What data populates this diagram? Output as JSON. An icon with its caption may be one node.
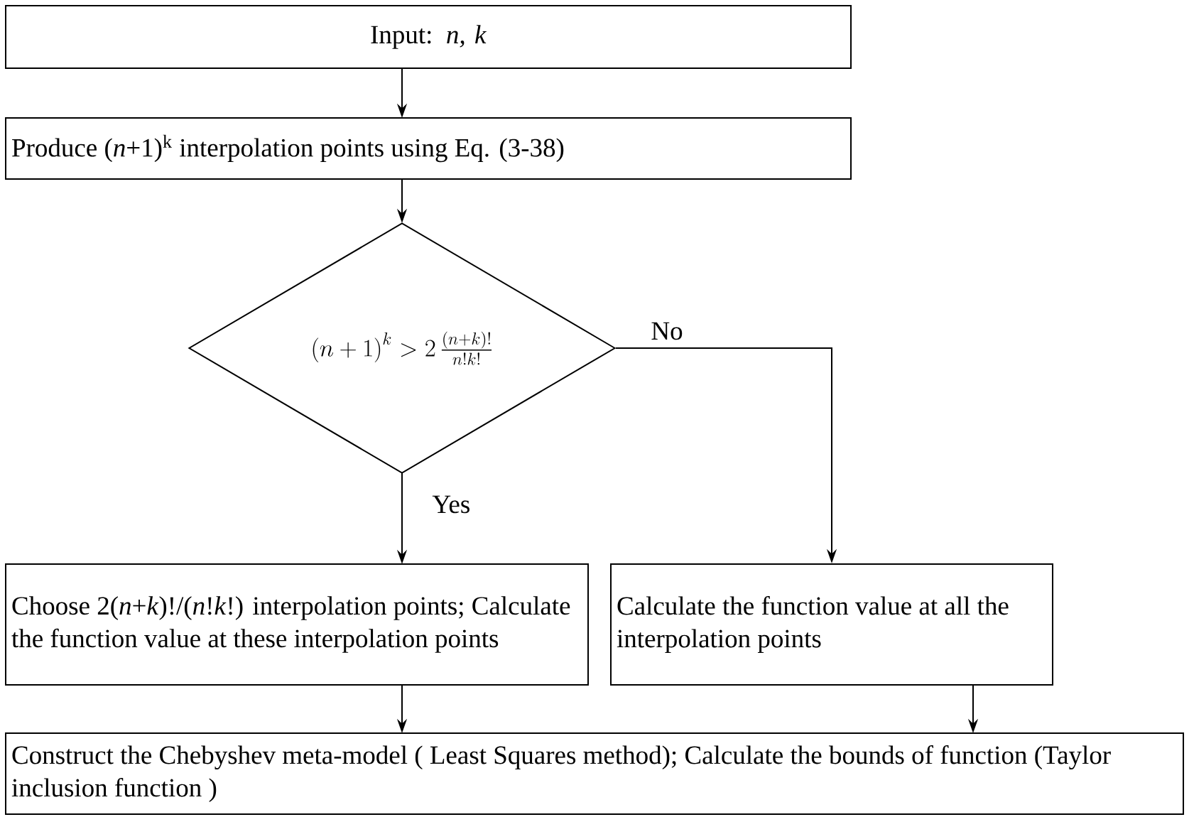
{
  "diagram": {
    "nodes": [
      {
        "text": [
          "Input: *n, k*"
        ]
      },
      {
        "text": [
          "Produce (*n*+1)$^{k}$ interpolation points using Eq. (3-38)"
        ]
      },
      {
        "text": [
          "\\left(n+1\\right)^{k} > 2\\,\\frac{(n+k)!}{n!k!}"
        ]
      },
      {
        "text": [
          "Choose 2(*n*+*k*)!/(*n*!*k*!) interpolation points; Calculate the function value at these interpolation points"
        ]
      },
      {
        "text": [
          "Calculate the function value at all the interpolation points"
        ]
      },
      {
        "text": [
          "Construct the Chebyshev meta-model ( Least Squares method); Calculate the bounds of function (Taylor inclusion function )"
        ]
      }
    ],
    "edges": [
      {
        "from": 0,
        "to": 1,
        "arrow": "to"
      },
      {
        "from": 1,
        "to": 2,
        "arrow": "to"
      },
      {
        "from": 2,
        "to": 3,
        "arrow": "to",
        "label": "Yes"
      },
      {
        "from": 2,
        "to": 4,
        "arrow": "to",
        "label": "No"
      },
      {
        "from": 3,
        "to": 5,
        "arrow": "to"
      },
      {
        "from": 4,
        "to": 5,
        "arrow": "to"
      }
    ]
  }
}
